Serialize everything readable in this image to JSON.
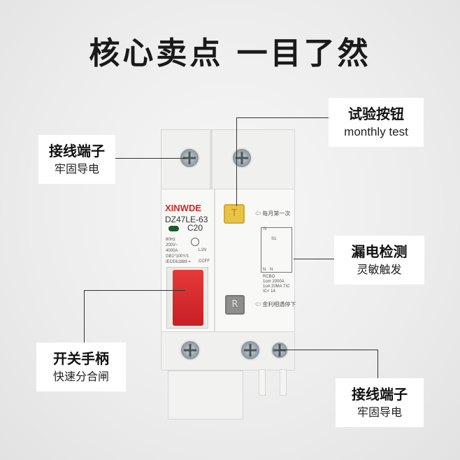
{
  "title": "核心卖点 一目了然",
  "callouts": {
    "top_terminal": {
      "line1": "接线端子",
      "line2": "牢固导电"
    },
    "test_button": {
      "line1": "试验按钮",
      "line2": "monthly test"
    },
    "leakage": {
      "line1": "漏电检测",
      "line2": "灵敏触发"
    },
    "handle": {
      "line1": "开关手柄",
      "line2": "快速分合闸"
    },
    "bottom_terminal": {
      "line1": "接线端子",
      "line2": "牢固导电"
    }
  },
  "device": {
    "brand": "XINWDE",
    "model": "DZ47LE-63",
    "rating": "C20",
    "specs": [
      "80Hz",
      "200V~",
      "4000A",
      "GB1*100Y/1",
      "IECE61889 ="
    ],
    "terminal_marks": [
      "L1N",
      "CCFF"
    ],
    "test_key": "T",
    "test_note": "每月第一次",
    "reset_key": "R",
    "reset_note": "金利相遇停下",
    "diagram_labels": [
      "N",
      "S1",
      "N",
      "N"
    ],
    "rcbo": [
      "RCBO",
      "1om 2000A",
      "1oA 20MA TIC",
      "IC< 14"
    ],
    "brand_color": "#d8261f"
  }
}
